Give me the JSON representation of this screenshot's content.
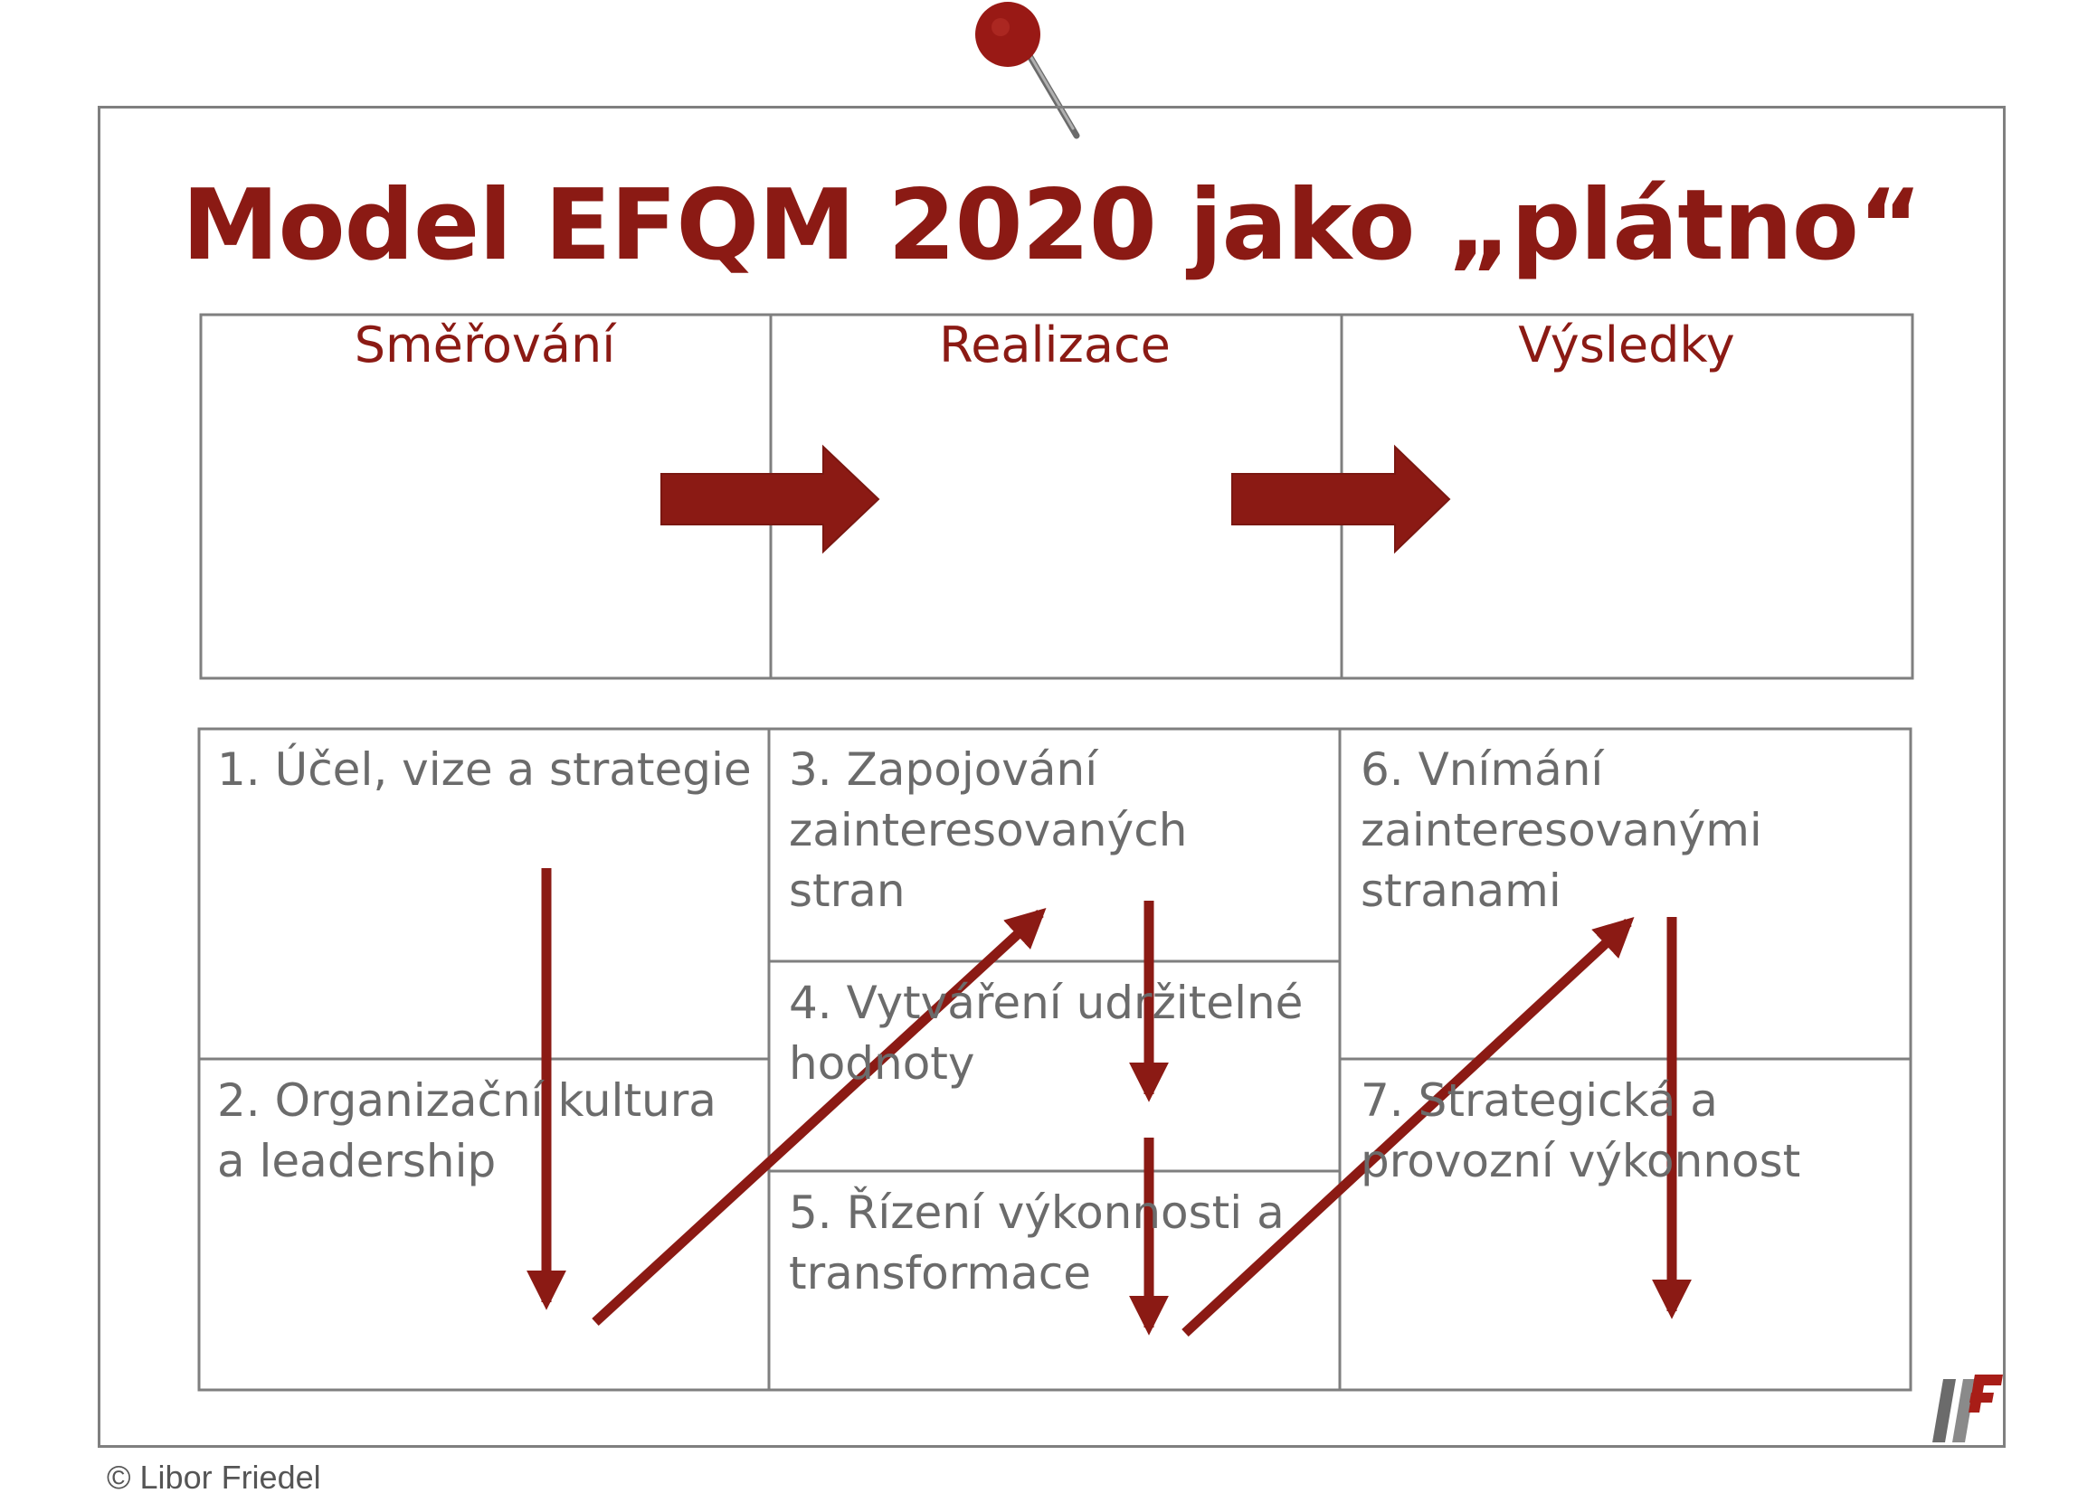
{
  "diagram": {
    "title": "Model EFQM 2020 jako „plátno“",
    "headers": [
      "Směřování",
      "Realizace",
      "Výsledky"
    ],
    "criteria": [
      {
        "id": "c1",
        "label": "1. Účel, vize a strategie"
      },
      {
        "id": "c2",
        "label": "2. Organizační kultura\na leadership"
      },
      {
        "id": "c3",
        "label": "3. Zapojování\nzainteresovaných\nstran"
      },
      {
        "id": "c4",
        "label": "4. Vytváření udržitelné\nhodnoty"
      },
      {
        "id": "c5",
        "label": "5. Řízení výkonnosti a\ntransformace"
      },
      {
        "id": "c6",
        "label": "6. Vnímání\nzainteresovanými\nstranami"
      },
      {
        "id": "c7",
        "label": "7. Strategická a\nprovozní výkonnost"
      }
    ],
    "flow": [
      {
        "from": "Směřování",
        "to": "Realizace"
      },
      {
        "from": "Realizace",
        "to": "Výsledky"
      }
    ],
    "sequence": [
      {
        "from": "c1",
        "to": "c2"
      },
      {
        "from": "c2",
        "to": "c3"
      },
      {
        "from": "c3",
        "to": "c4"
      },
      {
        "from": "c4",
        "to": "c5"
      },
      {
        "from": "c5",
        "to": "c6"
      },
      {
        "from": "c6",
        "to": "c7"
      }
    ],
    "colors": {
      "accent": "#8b1a14",
      "border": "#7f7f7f",
      "text": "#6b6b6b"
    }
  },
  "footer": {
    "copyright": "© Libor Friedel"
  },
  "icons": {
    "pin": "push-pin-icon",
    "logo": "logo-icon"
  }
}
